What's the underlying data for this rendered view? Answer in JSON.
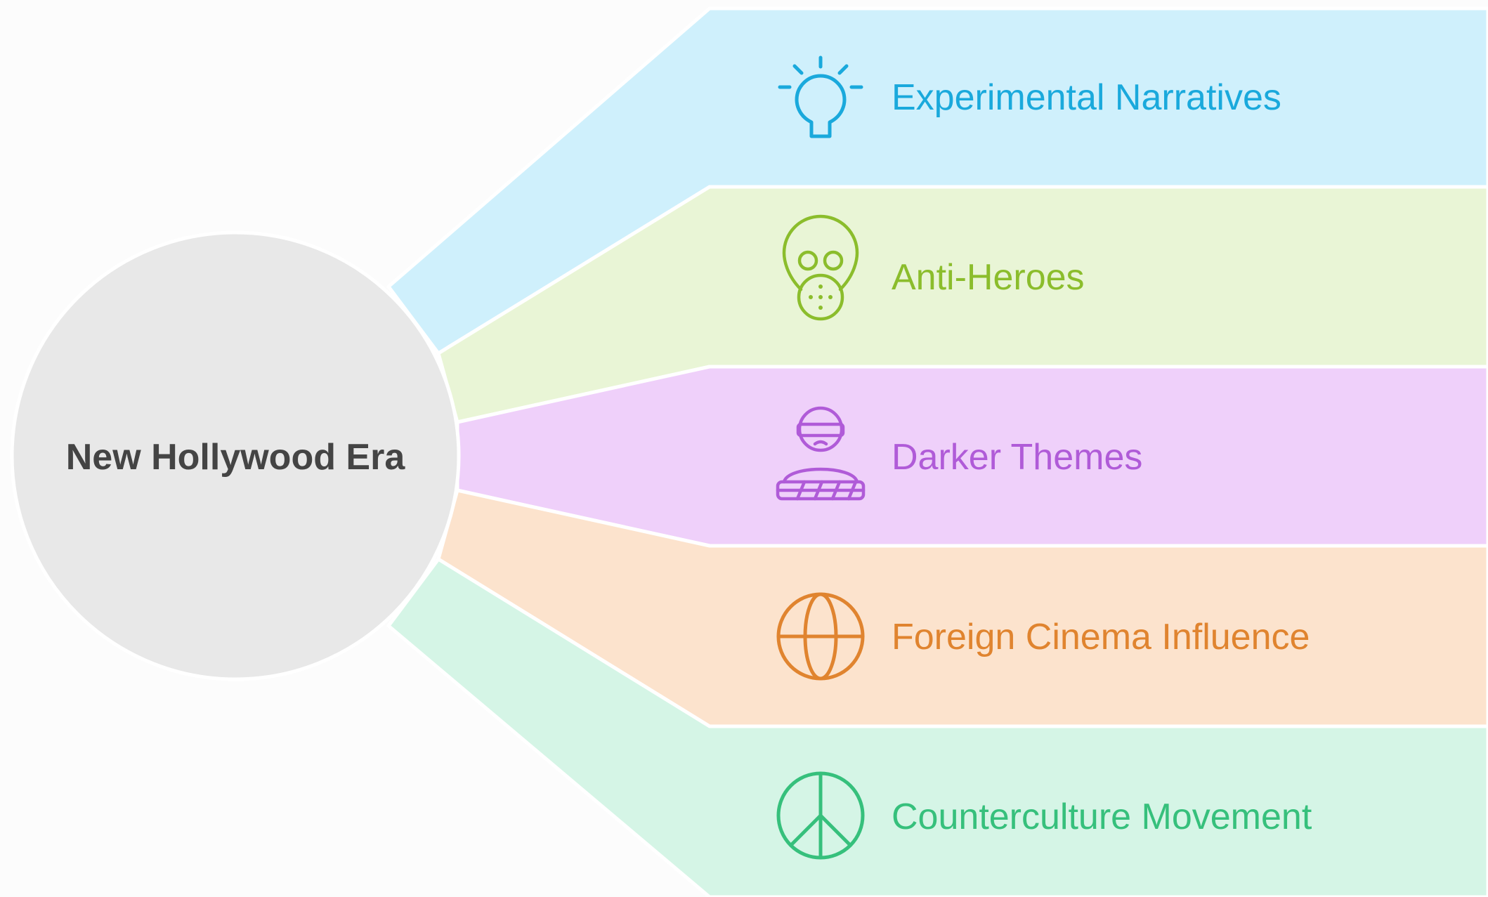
{
  "center": {
    "label": "New Hollywood Era",
    "fill": "#e8e8e8",
    "text_color": "#444444"
  },
  "branches": [
    {
      "label": "Experimental Narratives",
      "icon": "lightbulb-icon",
      "fill": "#cff0fc",
      "color": "#1aa9dc"
    },
    {
      "label": "Anti-Heroes",
      "icon": "gas-mask-icon",
      "fill": "#e9f5d6",
      "color": "#8bbd2c"
    },
    {
      "label": "Darker Themes",
      "icon": "bound-prisoner-icon",
      "fill": "#efd0fa",
      "color": "#b05bd8"
    },
    {
      "label": "Foreign Cinema Influence",
      "icon": "globe-icon",
      "fill": "#fce3cd",
      "color": "#e0842f"
    },
    {
      "label": "Counterculture Movement",
      "icon": "peace-sign-icon",
      "fill": "#d5f5e6",
      "color": "#36c07c"
    }
  ]
}
